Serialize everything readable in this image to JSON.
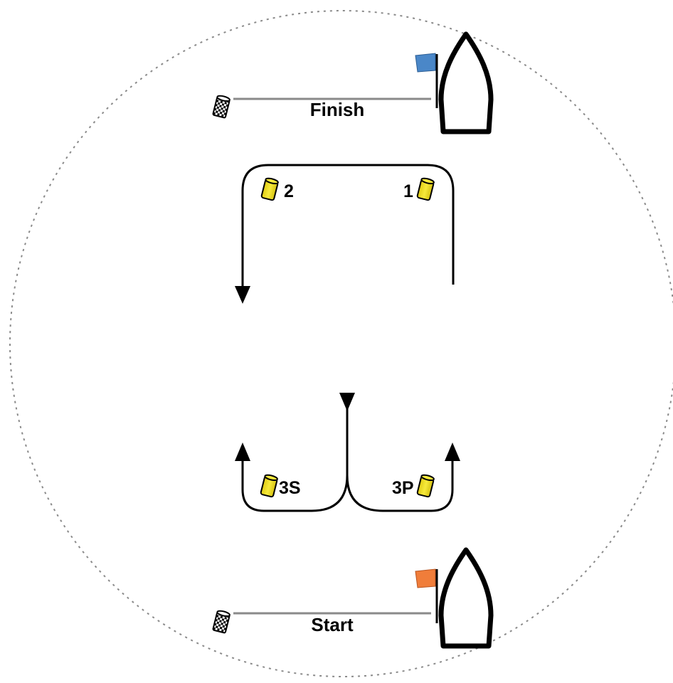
{
  "course": {
    "boundary": "dotted-circle",
    "finish": {
      "label": "Finish",
      "flag_color": "#4A87C8"
    },
    "start": {
      "label": "Start",
      "flag_color": "#F07D3A"
    },
    "marks": [
      {
        "id": "mark-1",
        "label": "1"
      },
      {
        "id": "mark-2",
        "label": "2"
      },
      {
        "id": "mark-3s",
        "label": "3S"
      },
      {
        "id": "mark-3p",
        "label": "3P"
      }
    ],
    "mark_color": "#F2E227",
    "line_color": "#8a8a8a",
    "icons": {
      "committee_boat": "boat-icon",
      "pin_end": "checkered-buoy-icon",
      "rounding_mark": "yellow-cylinder-buoy-icon",
      "direction": "arrow-icon"
    }
  }
}
